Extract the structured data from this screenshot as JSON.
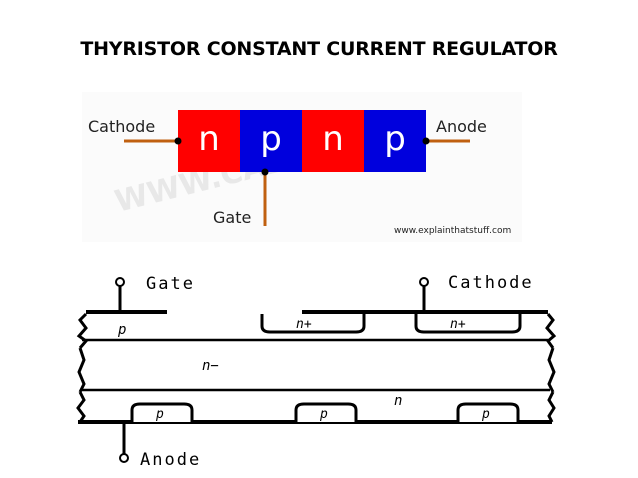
{
  "slide": {
    "title": "THYRISTOR CONSTANT  CURRENT  REGULATOR"
  },
  "top_diagram": {
    "cathode_label": "Cathode",
    "anode_label": "Anode",
    "gate_label": "Gate",
    "layers": [
      {
        "letter": "n",
        "color": "#ff0000"
      },
      {
        "letter": "p",
        "color": "#0000dd"
      },
      {
        "letter": "n",
        "color": "#ff0000"
      },
      {
        "letter": "p",
        "color": "#0000dd"
      }
    ],
    "credit": "www.explainthatstuff.com",
    "watermark": "WWW.CAD",
    "lead_color": "#c06010"
  },
  "bottom_diagram": {
    "gate_label": "Gate",
    "cathode_label": "Cathode",
    "anode_label": "Anode",
    "p_top": "p",
    "n_plus_1": "n+",
    "n_plus_2": "n+",
    "n_minus": "n−",
    "n_lower": "n",
    "p_bottom_1": "p",
    "p_bottom_2": "p",
    "p_bottom_3": "p"
  }
}
